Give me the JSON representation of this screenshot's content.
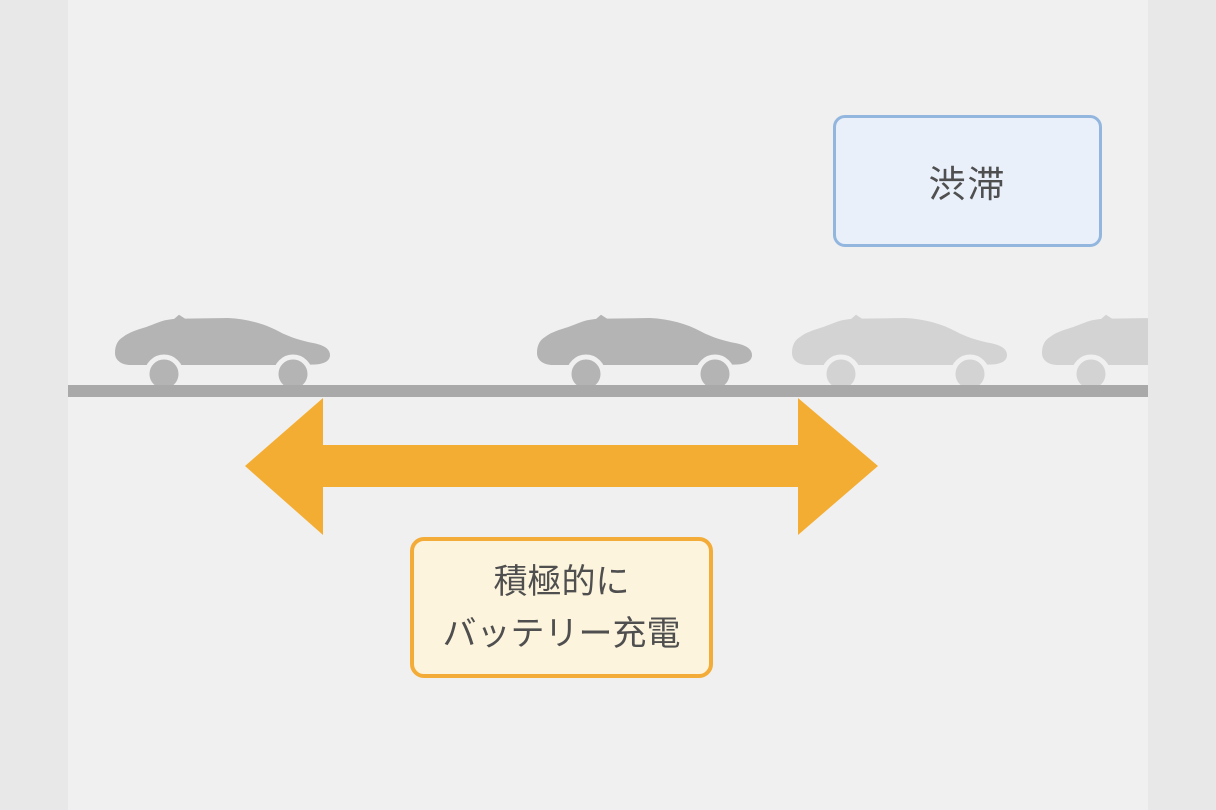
{
  "diagram": {
    "title_implicit": "traffic-flow battery charging illustration",
    "jam_label": "渋滞",
    "charge_label": {
      "line1": "積極的に",
      "line2": "バッテリー充電"
    },
    "arrow": {
      "type": "double-headed-horizontal",
      "meaning": "zone of active battery charging before the traffic jam"
    },
    "cars": [
      {
        "index": 1,
        "shade": "dark",
        "zone": "free-flow"
      },
      {
        "index": 2,
        "shade": "dark",
        "zone": "free-flow"
      },
      {
        "index": 3,
        "shade": "light",
        "zone": "jam"
      },
      {
        "index": 4,
        "shade": "light",
        "zone": "jam",
        "clipped": true
      }
    ]
  },
  "colors": {
    "side_bg": "#e8e8e8",
    "canvas_bg": "#f0f0f0",
    "road": "#a9a9a9",
    "car_dark": "#b4b4b4",
    "car_light": "#d3d3d3",
    "arrow": "#f4ad33",
    "jam_box_bg": "#e9f0fa",
    "jam_box_border": "#92b6de",
    "charge_box_bg": "#fdf4de",
    "charge_box_border": "#f3ac38",
    "text": "#4f4f4f"
  }
}
